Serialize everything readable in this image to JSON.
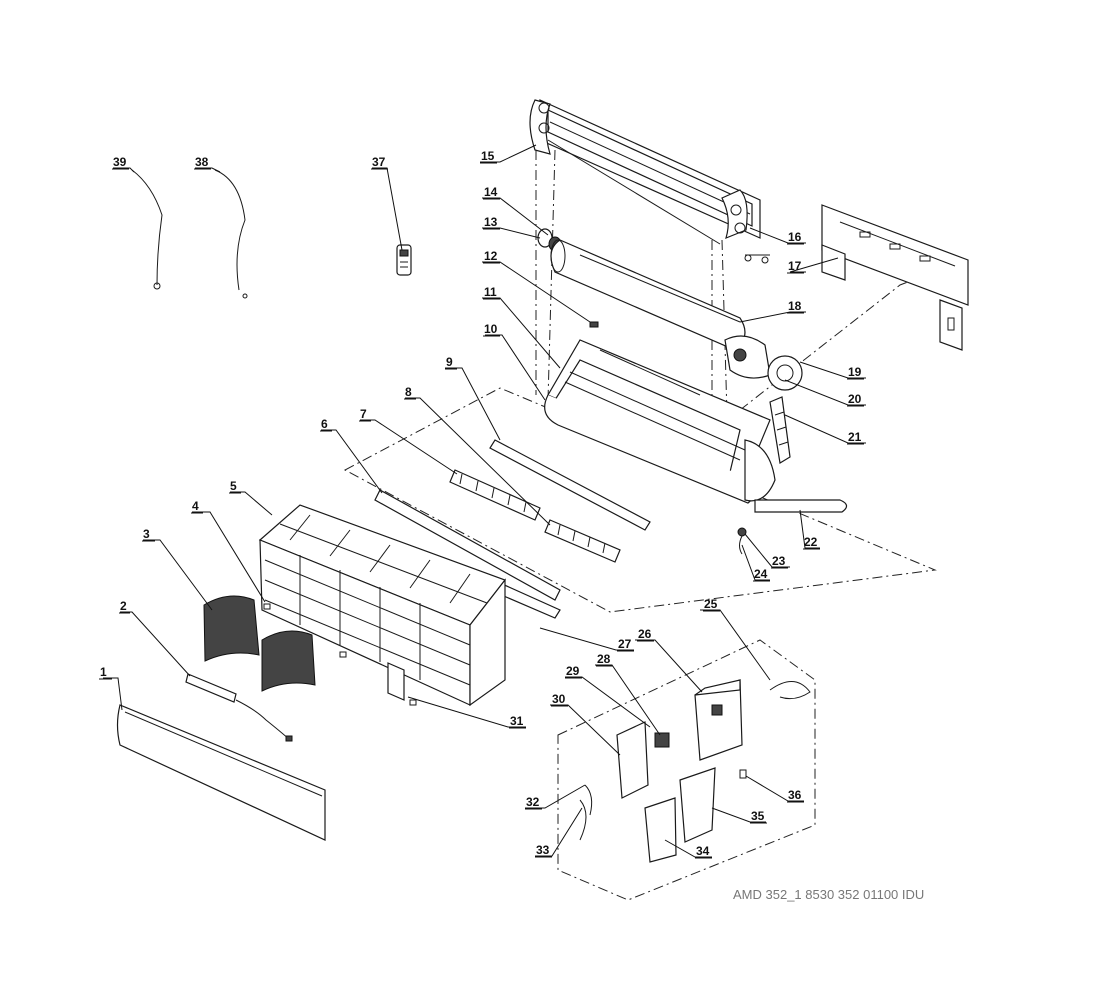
{
  "diagram": {
    "reference": "AMD 352_1 8530 352 01100 IDU",
    "callouts": [
      {
        "id": "1",
        "label": "1"
      },
      {
        "id": "2",
        "label": "2"
      },
      {
        "id": "3",
        "label": "3"
      },
      {
        "id": "4",
        "label": "4"
      },
      {
        "id": "5",
        "label": "5"
      },
      {
        "id": "6",
        "label": "6"
      },
      {
        "id": "7",
        "label": "7"
      },
      {
        "id": "8",
        "label": "8"
      },
      {
        "id": "9",
        "label": "9"
      },
      {
        "id": "10",
        "label": "10"
      },
      {
        "id": "11",
        "label": "11"
      },
      {
        "id": "12",
        "label": "12"
      },
      {
        "id": "13",
        "label": "13"
      },
      {
        "id": "14",
        "label": "14"
      },
      {
        "id": "15",
        "label": "15"
      },
      {
        "id": "16",
        "label": "16"
      },
      {
        "id": "17",
        "label": "17"
      },
      {
        "id": "18",
        "label": "18"
      },
      {
        "id": "19",
        "label": "19"
      },
      {
        "id": "20",
        "label": "20"
      },
      {
        "id": "21",
        "label": "21"
      },
      {
        "id": "22",
        "label": "22"
      },
      {
        "id": "23",
        "label": "23"
      },
      {
        "id": "24",
        "label": "24"
      },
      {
        "id": "25",
        "label": "25"
      },
      {
        "id": "26",
        "label": "26"
      },
      {
        "id": "27",
        "label": "27"
      },
      {
        "id": "28",
        "label": "28"
      },
      {
        "id": "29",
        "label": "29"
      },
      {
        "id": "30",
        "label": "30"
      },
      {
        "id": "31",
        "label": "31"
      },
      {
        "id": "32",
        "label": "32"
      },
      {
        "id": "33",
        "label": "33"
      },
      {
        "id": "34",
        "label": "34"
      },
      {
        "id": "35",
        "label": "35"
      },
      {
        "id": "36",
        "label": "36"
      },
      {
        "id": "37",
        "label": "37"
      },
      {
        "id": "38",
        "label": "38"
      },
      {
        "id": "39",
        "label": "39"
      }
    ]
  }
}
